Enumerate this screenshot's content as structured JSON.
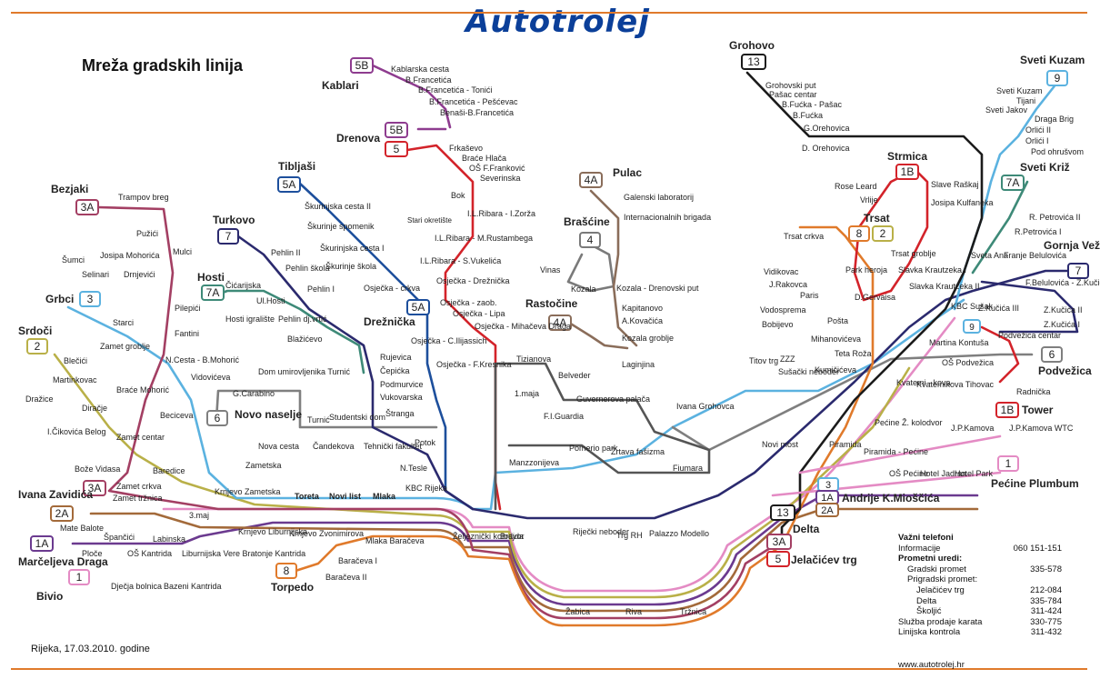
{
  "header": {
    "logo_text": "Autotrolej",
    "map_title": "Mreža gradskih linija"
  },
  "colors": {
    "rule": "#e07a2b",
    "logo": "#0b3f99",
    "lines": {
      "1": "#e48bc4",
      "1A": "#6b3a8f",
      "1B": "#d3232a",
      "2": "#b9b048",
      "2A": "#a36a3a",
      "3": "#5bb2e0",
      "3A": "#a33f63",
      "4": "#7a7a7a",
      "4A": "#8a6d5a",
      "5": "#d3232a",
      "5A": "#1d4f9c",
      "5B": "#8e3c8f",
      "6": "#7f7f7f",
      "7": "#2b2a6e",
      "7A": "#3e8a78",
      "8": "#e07a2b",
      "9": "#5bb2e0",
      "13": "#1b1b1b"
    }
  },
  "line_badges": [
    {
      "id": "5B",
      "label": "5B"
    },
    {
      "id": "5B-b",
      "label": "5B"
    },
    {
      "id": "5",
      "label": "5"
    },
    {
      "id": "5A",
      "label": "5A"
    },
    {
      "id": "5A-b",
      "label": "5A"
    },
    {
      "id": "7",
      "label": "7"
    },
    {
      "id": "7A",
      "label": "7A"
    },
    {
      "id": "3A",
      "label": "3A"
    },
    {
      "id": "3",
      "label": "3"
    },
    {
      "id": "2",
      "label": "2"
    },
    {
      "id": "6",
      "label": "6"
    },
    {
      "id": "3A-b",
      "label": "3A"
    },
    {
      "id": "2A",
      "label": "2A"
    },
    {
      "id": "1A",
      "label": "1A"
    },
    {
      "id": "1",
      "label": "1"
    },
    {
      "id": "8",
      "label": "8"
    },
    {
      "id": "4A",
      "label": "4A"
    },
    {
      "id": "4",
      "label": "4"
    },
    {
      "id": "4A-b",
      "label": "4A"
    },
    {
      "id": "13",
      "label": "13"
    },
    {
      "id": "9",
      "label": "9"
    },
    {
      "id": "7A-b",
      "label": "7A"
    },
    {
      "id": "1B",
      "label": "1B"
    },
    {
      "id": "8-b",
      "label": "8"
    },
    {
      "id": "2-b",
      "label": "2"
    },
    {
      "id": "7-b",
      "label": "7"
    },
    {
      "id": "9-b",
      "label": "9"
    },
    {
      "id": "6-b",
      "label": "6"
    },
    {
      "id": "1B-b",
      "label": "1B"
    },
    {
      "id": "1-b",
      "label": "1"
    },
    {
      "id": "3-b",
      "label": "3"
    },
    {
      "id": "1A-b",
      "label": "1A"
    },
    {
      "id": "2A-b",
      "label": "2A"
    },
    {
      "id": "13-b",
      "label": "13"
    },
    {
      "id": "3A-c",
      "label": "3A"
    },
    {
      "id": "5-b",
      "label": "5"
    }
  ],
  "terminals": [
    "Kablari",
    "Drenova",
    "Tibljaši",
    "Bezjaki",
    "Turkovo",
    "Hosti",
    "Grbci",
    "Srdoči",
    "Drežnička",
    "Novo naselje",
    "Ivana Zavidića",
    "Marčeljeva Draga",
    "Bivio",
    "Torpedo",
    "Pulac",
    "Brašćine",
    "Rastočine",
    "Grohovo",
    "Strmica",
    "Trsat",
    "Sveti Kuzam",
    "Sveti Križ",
    "Gornja Vežica",
    "Podvežica",
    "Tower",
    "Pećine Plumbum",
    "Andrije K.Mioščića",
    "Delta",
    "Jelačićev trg"
  ],
  "stops": [
    "Kablarska cesta",
    "B.Francetića",
    "B.Francetića - Tonići",
    "B.Francetića - Pešćevac",
    "Benaši-B.Francetića",
    "Frkaševo",
    "Braće Hlača",
    "OŠ F.Franković",
    "Severinska",
    "Bok",
    "Stari okretište",
    "I.L.Ribara - I.Zorža",
    "I.L.Ribara - M.Rustambega",
    "I.L.Ribara - S.Vukelića",
    "Škurinjska cesta II",
    "Škurinje spomenik",
    "Škurinjska cesta I",
    "Škurinje škola",
    "Osječka - crkva",
    "Osječka - Drežnička",
    "Osječka - zaob.",
    "Osječka - Lipa",
    "Osječka - Mihačeva Draga",
    "Osječka - C.Ilijassich",
    "Osječka - F.Kresnika",
    "Trampov breg",
    "Pužići",
    "Mulci",
    "Josipa Mohorića",
    "Šumci",
    "Selinari",
    "Drnjevići",
    "Pilepići",
    "Fantini",
    "Starci",
    "Zamet groblje",
    "Blečići",
    "Martinkovac",
    "Dražice",
    "Diračje",
    "Braće Mohorić",
    "I.Čikovića Belog",
    "Zamet centar",
    "Bože Vidasa",
    "Beciceva",
    "N.Cesta - B.Mohorić",
    "Pehlin II",
    "Pehlin škola",
    "Pehlin I",
    "Čićarijska",
    "Ul.Hosti",
    "Hosti igralište",
    "Pehlin dj.vrtić",
    "Blažićevo",
    "Rujevica",
    "Čepićka",
    "Podmurvice",
    "Vukovarska",
    "Dom umirovljenika Turnić",
    "Vidovićeva",
    "G.Carabino",
    "Turnić",
    "Studentski dom",
    "Štranga",
    "Nova cesta",
    "Čandekova",
    "Tehnički fakultet",
    "Potok",
    "Baredice",
    "Zametska",
    "Zamet crkva",
    "Zamet tržnica",
    "Krnjevo Zametska",
    "3.maj",
    "Mate Balote",
    "Špančići",
    "Labinska",
    "Ploče",
    "OŠ Kantrida",
    "Liburnijska Vere Bratonje Kantrida",
    "Dječja bolnica",
    "Bazeni Kantrida",
    "Krnjevo Liburnijska",
    "Krnjevo Zvonimirova",
    "Toreta",
    "Novi list",
    "Mlaka",
    "KBC Rijeka",
    "Mlaka Baračeva",
    "Baračeva I",
    "Baračeva II",
    "N.Tesle",
    "Manzzonijeva",
    "Željeznički kolodvor",
    "Brajda",
    "Riječki neboder",
    "Trg RH",
    "Palazzo Modello",
    "Žabica",
    "Riva",
    "Tržnica",
    "Pomerio park",
    "Žrtava fašizma",
    "Fiumara",
    "F.I.Guardia",
    "1.maja",
    "Tizianova",
    "Belveder",
    "Guvernerova palača",
    "Laginjina",
    "Galenski laboratorij",
    "Internacionalnih brigada",
    "Vinas",
    "Kozala",
    "Kozala - Drenovski put",
    "Kapitanovo",
    "A.Kovačića",
    "Kozala groblje",
    "Ivana Grohovca",
    "Titov trg",
    "ZZZ",
    "Sušački neboder",
    "Novi most",
    "Kumičićeva",
    "Teta Roža",
    "Kvatemi - kova",
    "Kvatemikova Tihovac",
    "Mihanovićeva",
    "Pošta",
    "Paris",
    "Bobijevo",
    "Vodosprema",
    "J.Rakovca",
    "Vidikovac",
    "Trsat crkva",
    "Park heroja",
    "D.Gervaisa",
    "Slavka Krautzeka I",
    "Slavka Krautzeka II",
    "Trsat groblje",
    "Rose Leard",
    "Vrlije",
    "Slave Raškaj",
    "Josipa Kulfaneka",
    "Grohovski put",
    "Pašac centar",
    "B.Fućka - Pašac",
    "B.Fućka",
    "G.Orehovica",
    "D. Orehovica",
    "Sveti Kuzam",
    "Tijani",
    "Sveti Jakov",
    "Draga Brig",
    "Orlići II",
    "Orlići I",
    "Pod ohrušvom",
    "R. Petrovića II",
    "R.Petrovića I",
    "Sveta Ana",
    "Franje Belulovića",
    "F.Belulovića - Z.Kučića",
    "Z.Kučića II",
    "Z.Kučića I",
    "Z.Kučića III",
    "KBC Sušak",
    "Martina Kontuša",
    "OŠ Podvežica",
    "Podvežica centar",
    "Radnička",
    "Pećine Ž. kolodvor",
    "J.P.Kamova",
    "J.P.Kamova WTC",
    "Piramida",
    "Piramida - Pećine",
    "OŠ Pećine",
    "Hotel Jadran",
    "Hotel Park"
  ],
  "contacts": {
    "title": "Važni telefoni",
    "info_label": "Informacije",
    "info_number": "060 151-151",
    "offices_title": "Prometni uredi:",
    "city_label": "Gradski promet",
    "city_number": "335-578",
    "suburban_label": "Prigradski promet:",
    "jelacicev_label": "Jelačićev trg",
    "jelacicev_number": "212-084",
    "delta_label": "Delta",
    "delta_number": "335-784",
    "skoljic_label": "Školjić",
    "skoljic_number": "311-424",
    "sales_label": "Služba prodaje karata",
    "sales_number": "330-775",
    "control_label": "Linijska kontrola",
    "control_number": "311-432",
    "website": "www.autotrolej.hr"
  },
  "footer": {
    "date": "Rijeka, 17.03.2010. godine"
  }
}
